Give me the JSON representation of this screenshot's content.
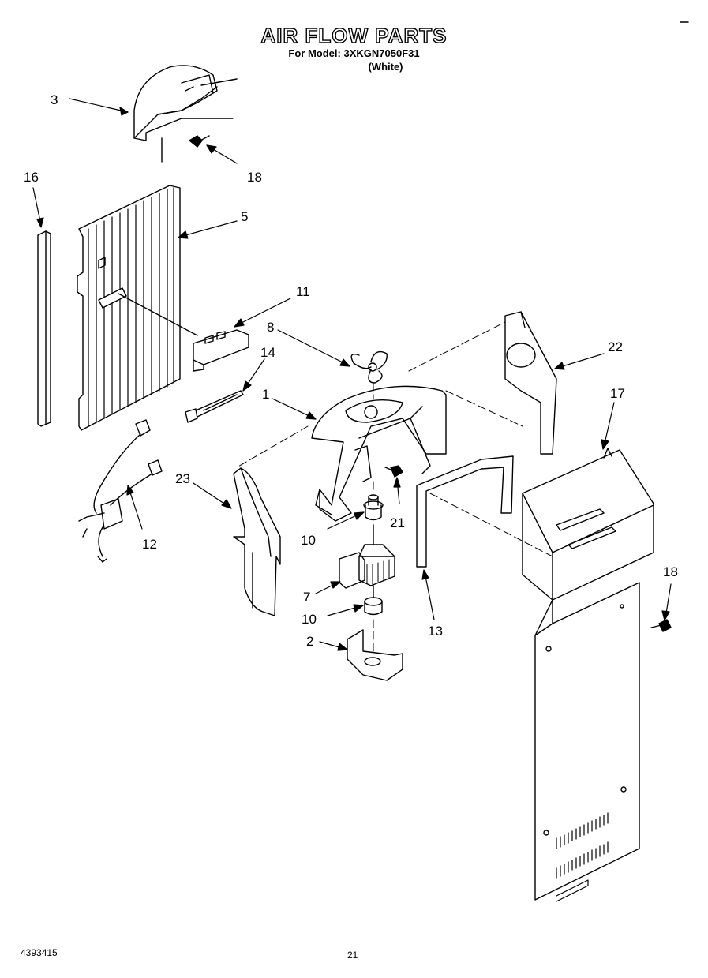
{
  "header": {
    "title": "AIR FLOW PARTS",
    "model_line": "For Model: 3XKGN7050F31",
    "color_line": "(White)"
  },
  "footer": {
    "doc_number": "4393415",
    "page_number": "21"
  },
  "callouts": {
    "c1": "1",
    "c2": "2",
    "c3": "3",
    "c5": "5",
    "c7": "7",
    "c8": "8",
    "c10a": "10",
    "c10b": "10",
    "c11": "11",
    "c12": "12",
    "c13": "13",
    "c14": "14",
    "c16": "16",
    "c17": "17",
    "c18a": "18",
    "c18b": "18",
    "c21": "21",
    "c22": "22",
    "c23": "23"
  }
}
